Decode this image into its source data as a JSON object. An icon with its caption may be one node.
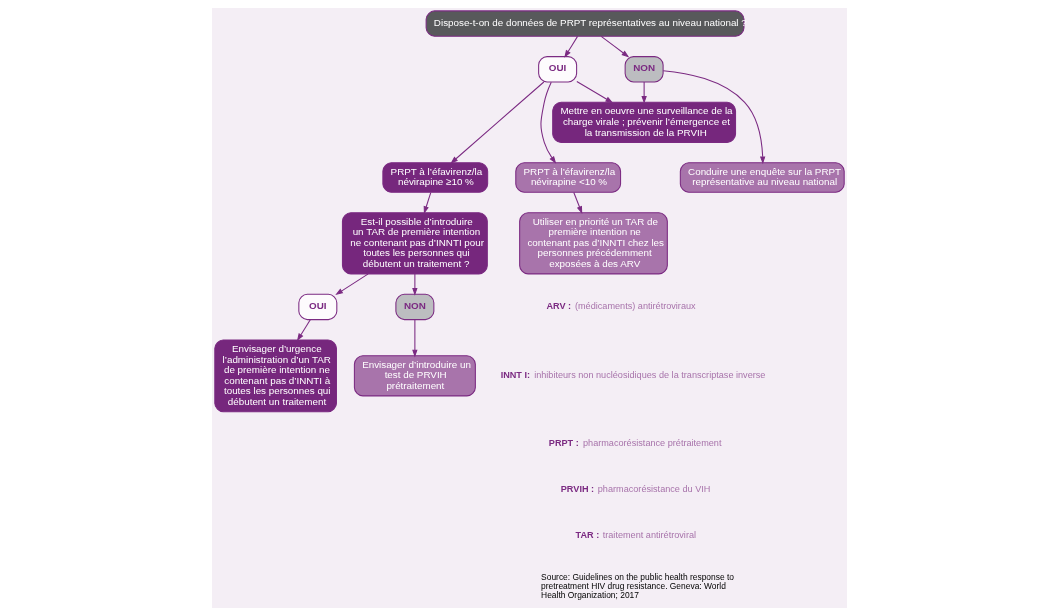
{
  "diagram": {
    "nodes": [
      {
        "text": [
          "Dispose-t-on de données de PRPT représentatives au niveau national ?"
        ]
      },
      {
        "text": [
          "OUI"
        ]
      },
      {
        "text": [
          "Mettre en oeuvre une surveillance de la charge virale ; prévenir l’émergence et la transmission de la PRVIH"
        ]
      },
      {
        "text": [
          "NON"
        ]
      },
      {
        "text": [
          "PRPT à l’éfavirenz/la névirapine ≥10 %"
        ]
      },
      {
        "text": [
          "PRPT à l’éfavirenz/la névirapine <10 %"
        ]
      },
      {
        "text": [
          "Conduire une enquête sur la PRPT représentative au niveau national"
        ]
      },
      {
        "text": [
          "Est-il possible d’introduire un TAR de première intention ne contenant pas d’INNTI pour toutes les personnes qui débutent un traitement ?"
        ]
      },
      {
        "text": [
          "Utiliser en priorité un TAR de première intention ne contenant pas d’INNTI chez les personnes précédemment exposées à des ARV"
        ]
      },
      {
        "text": [
          "OUI"
        ]
      },
      {
        "text": [
          "NON"
        ]
      },
      {
        "text": [
          "Envisager d’urgence l’administration d’un TAR de première intention ne contenant pas d’INNTI à toutes les personnes qui débutent un traitement"
        ]
      },
      {
        "text": [
          "Envisager d’introduire un test de PRVIH prétraitement"
        ]
      }
    ],
    "edges": [
      {
        "from": 0,
        "to": 1,
        "arrow": "to"
      },
      {
        "from": 0,
        "to": 3,
        "arrow": "to"
      },
      {
        "from": 1,
        "to": 2,
        "arrow": "to"
      },
      {
        "from": 3,
        "to": 2,
        "arrow": "to"
      },
      {
        "from": 1,
        "to": 4,
        "arrow": "to"
      },
      {
        "from": 1,
        "to": 5,
        "arrow": "to"
      },
      {
        "from": 3,
        "to": 6,
        "arrow": "to"
      },
      {
        "from": 4,
        "to": 7,
        "arrow": "to"
      },
      {
        "from": 5,
        "to": 8,
        "arrow": "to"
      },
      {
        "from": 7,
        "to": 9,
        "arrow": "to"
      },
      {
        "from": 7,
        "to": 10,
        "arrow": "to"
      },
      {
        "from": 9,
        "to": 11,
        "arrow": "to"
      },
      {
        "from": 10,
        "to": 12,
        "arrow": "to"
      }
    ],
    "labels": [
      "**ARV :** (médicaments) antirétroviraux",
      "**INNT I:** inhibiteurs non nucléosidiques de la transcriptase inverse",
      "**PRPT :** pharmacorésistance prétraitement",
      "**PRVIH :** pharmacorésistance du VIH",
      "**TAR :** traitement antirétroviral",
      "Source: *Guidelines on the public health response to pretreatment HIV drug resistance*. Geneva: World Health Organization; 2017"
    ]
  }
}
